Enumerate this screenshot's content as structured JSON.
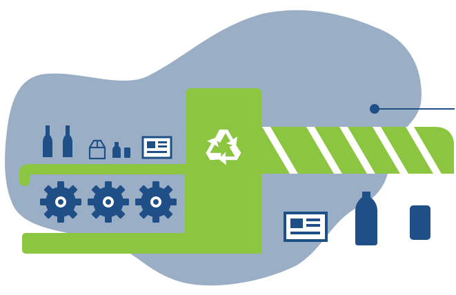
{
  "colors": {
    "background": "#ffffff",
    "blob": "#9aafc6",
    "machine": "#8cc540",
    "icon": "#1e4f86",
    "stripe_gap": "#ffffff"
  },
  "icons": {
    "inputs": [
      "glass-bottle",
      "glass-bottle",
      "milk-carton",
      "small-bottle",
      "small-can",
      "newspaper"
    ],
    "center": "recycle-symbol",
    "gears": [
      "gear",
      "gear",
      "gear"
    ],
    "outputs": [
      "newspaper",
      "plastic-bottle",
      "can"
    ],
    "callout": "callout-dot"
  }
}
